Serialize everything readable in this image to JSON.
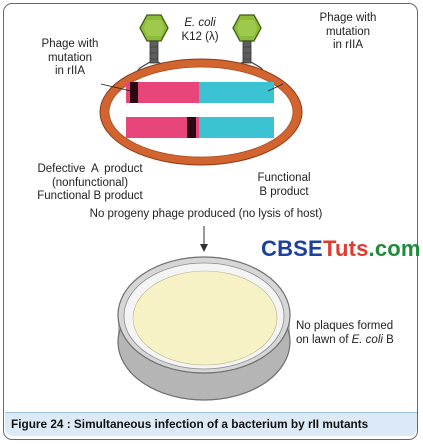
{
  "labels": {
    "phage_left": [
      "Phage with",
      "mutation",
      "in rIIA"
    ],
    "ecoli_name": "E. coli",
    "ecoli_strain": "K12 (λ)",
    "phage_right": [
      "Phage with",
      "mutation",
      "in rIIA"
    ],
    "defective_a": "Defective A product",
    "nonfunctional": "(nonfunctional)",
    "functional_b_left": "Functional B product",
    "functional_b_right": [
      "Functional",
      "B product"
    ],
    "no_progeny": "No progeny phage produced (no lysis of host)",
    "no_plaques_line1": "No plaques formed",
    "no_plaques_line2_pre": "on lawn of ",
    "no_plaques_line2_italic": "E. coli",
    "no_plaques_line2_post": " B"
  },
  "brand": {
    "part1": "CBSE",
    "part2": "Tuts",
    "part3": ".com"
  },
  "caption": "Figure 24 : Simultaneous infection of a bacterium by rII mutants",
  "colors": {
    "gene_a": "#e8457a",
    "gene_b": "#3cc3d3",
    "mutation_mark": "#2a0a12",
    "cell_wall": "#d2642f",
    "phage_head": "#8cbc37",
    "dish_rim": "#cfcfcf",
    "lawn": "#f7f2c6",
    "caption_bg": "#dbeaf6"
  }
}
